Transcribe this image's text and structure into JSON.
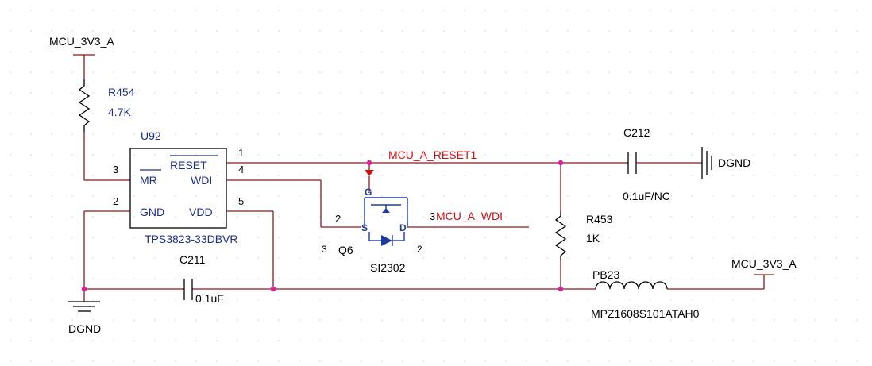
{
  "power": {
    "top_left_net": "MCU_3V3_A",
    "right_net": "MCU_3V3_A",
    "gnd_bottom_label": "DGND",
    "gnd_cap_label": "DGND"
  },
  "R454": {
    "ref": "R454",
    "value": "4.7K"
  },
  "R453": {
    "ref": "R453",
    "value": "1K"
  },
  "U92": {
    "ref": "U92",
    "part": "TPS3823-33DBVR",
    "pins": {
      "mr": "MR",
      "reset": "RESET",
      "wdi": "WDI",
      "gnd": "GND",
      "vdd": "VDD",
      "n1": "1",
      "n2": "2",
      "n3": "3",
      "n4": "4",
      "n5": "5"
    }
  },
  "C211": {
    "ref": "C211",
    "value": "0.1uF"
  },
  "C212": {
    "ref": "C212",
    "value": "0.1uF/NC"
  },
  "Q6": {
    "ref": "Q6",
    "part": "SI2302",
    "pin_gate": "2",
    "pin_drain": "3",
    "pin_s_num": "3",
    "pin_d_num": "2",
    "g": "G",
    "s": "S",
    "d": "D"
  },
  "PB23": {
    "ref": "PB23",
    "part": "MPZ1608S101ATAH0"
  },
  "nets": {
    "reset": "MCU_A_RESET1",
    "wdi": "MCU_A_WDI"
  },
  "colors": {
    "wire": "#8b1a1a",
    "component": "#000000",
    "label_blue": "#1e2f8a",
    "net_label_red": "#d01010",
    "junction": "#e0209a",
    "grid_dot": "#cccccc"
  }
}
